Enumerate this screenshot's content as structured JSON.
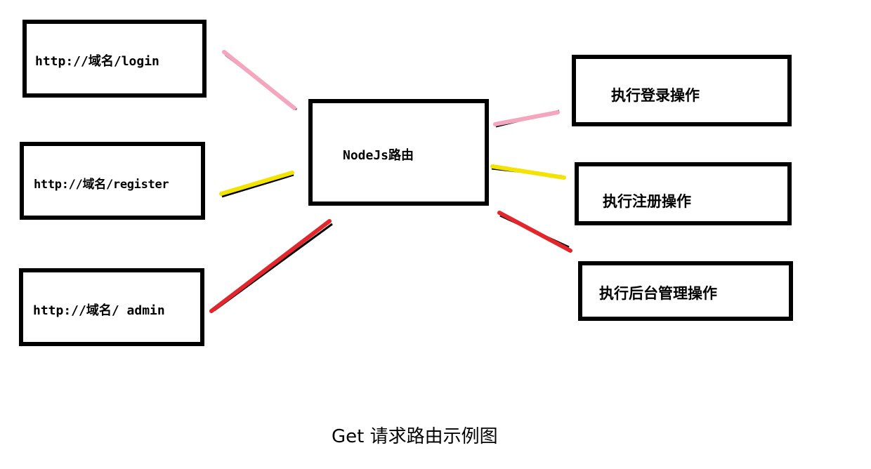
{
  "diagram": {
    "center": {
      "label": "NodeJs路由"
    },
    "urls": [
      {
        "label": "http://域名/login"
      },
      {
        "label": "http://域名/register"
      },
      {
        "label": "http://域名/ admin"
      }
    ],
    "actions": [
      {
        "label": "执行登录操作"
      },
      {
        "label": "执行注册操作"
      },
      {
        "label": "执行后台管理操作"
      }
    ],
    "connector_colors": {
      "login": "#f4a6be",
      "register": "#f2e300",
      "admin": "#e3262b",
      "shadow": "#000000"
    },
    "caption": "Get 请求路由示例图"
  }
}
